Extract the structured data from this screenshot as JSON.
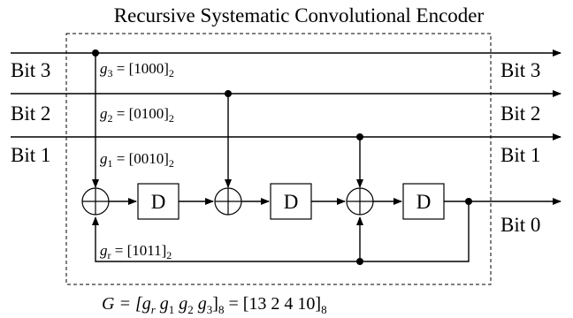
{
  "title": "Recursive Systematic Convolutional Encoder",
  "inputs": [
    "Bit 3",
    "Bit 2",
    "Bit 1"
  ],
  "outputs": [
    "Bit 3",
    "Bit 2",
    "Bit 1",
    "Bit 0"
  ],
  "polynomials": {
    "g3": {
      "sym": "g",
      "sub": "3",
      "eq": " = [1000]",
      "base": "2"
    },
    "g2": {
      "sym": "g",
      "sub": "2",
      "eq": " = [0100]",
      "base": "2"
    },
    "g1": {
      "sym": "g",
      "sub": "1",
      "eq": " = [0010]",
      "base": "2"
    },
    "gr": {
      "sym": "g",
      "sub": "r",
      "eq": " = [1011]",
      "base": "2"
    }
  },
  "delay_label": "D",
  "generator": {
    "prefix": "G = [",
    "t1": "g",
    "s1": "r",
    "t2": " g",
    "s2": "1",
    "t3": " g",
    "s3": "2",
    "t4": " g",
    "s4": "3",
    "close": "]",
    "base1": "8",
    "value": " = [13 2 4 10]",
    "base2": "8"
  }
}
